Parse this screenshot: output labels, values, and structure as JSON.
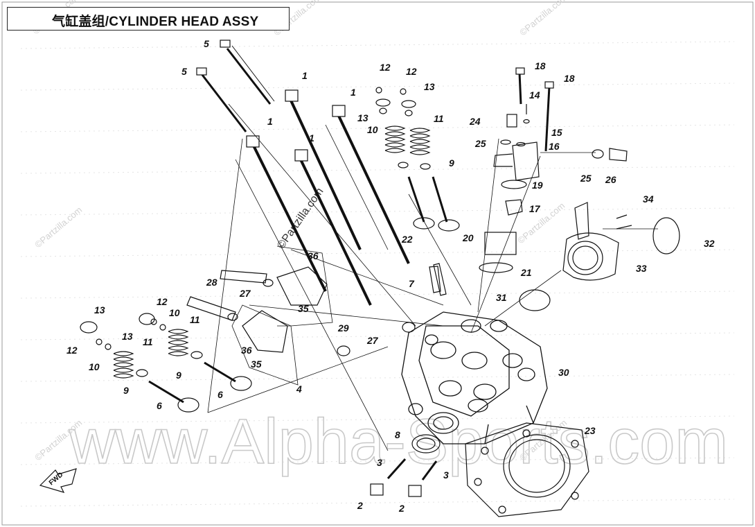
{
  "diagram": {
    "title": "气缸盖组/CYLINDER HEAD ASSY",
    "watermarks": {
      "main": "www.Alpha-Sports.com",
      "partzilla": "©Partzilla.com"
    },
    "fwd_label": "FWD",
    "callouts": [
      {
        "id": "c-5a",
        "text": "5"
      },
      {
        "id": "c-5b",
        "text": "5"
      },
      {
        "id": "c-1a",
        "text": "1"
      },
      {
        "id": "c-1b",
        "text": "1"
      },
      {
        "id": "c-1c",
        "text": "1"
      },
      {
        "id": "c-1d",
        "text": "1"
      },
      {
        "id": "c-12a",
        "text": "12"
      },
      {
        "id": "c-12b",
        "text": "12"
      },
      {
        "id": "c-13a",
        "text": "13"
      },
      {
        "id": "c-13b",
        "text": "13"
      },
      {
        "id": "c-10a",
        "text": "10"
      },
      {
        "id": "c-11a",
        "text": "11"
      },
      {
        "id": "c-9a",
        "text": "9"
      },
      {
        "id": "c-22",
        "text": "22"
      },
      {
        "id": "c-18a",
        "text": "18"
      },
      {
        "id": "c-18b",
        "text": "18"
      },
      {
        "id": "c-14",
        "text": "14"
      },
      {
        "id": "c-24",
        "text": "24"
      },
      {
        "id": "c-15",
        "text": "15"
      },
      {
        "id": "c-25a",
        "text": "25"
      },
      {
        "id": "c-16",
        "text": "16"
      },
      {
        "id": "c-25b",
        "text": "25"
      },
      {
        "id": "c-26",
        "text": "26"
      },
      {
        "id": "c-19",
        "text": "19"
      },
      {
        "id": "c-17",
        "text": "17"
      },
      {
        "id": "c-20",
        "text": "20"
      },
      {
        "id": "c-34",
        "text": "34"
      },
      {
        "id": "c-32",
        "text": "32"
      },
      {
        "id": "c-33",
        "text": "33"
      },
      {
        "id": "c-21",
        "text": "21"
      },
      {
        "id": "c-31",
        "text": "31"
      },
      {
        "id": "c-7",
        "text": "7"
      },
      {
        "id": "c-36a",
        "text": "36"
      },
      {
        "id": "c-28",
        "text": "28"
      },
      {
        "id": "c-27a",
        "text": "27"
      },
      {
        "id": "c-35a",
        "text": "35"
      },
      {
        "id": "c-29",
        "text": "29"
      },
      {
        "id": "c-27b",
        "text": "27"
      },
      {
        "id": "c-13c",
        "text": "13"
      },
      {
        "id": "c-12c",
        "text": "12"
      },
      {
        "id": "c-10b",
        "text": "10"
      },
      {
        "id": "c-11b",
        "text": "11"
      },
      {
        "id": "c-13d",
        "text": "13"
      },
      {
        "id": "c-12d",
        "text": "12"
      },
      {
        "id": "c-10c",
        "text": "10"
      },
      {
        "id": "c-11c",
        "text": "11"
      },
      {
        "id": "c-9b",
        "text": "9"
      },
      {
        "id": "c-9c",
        "text": "9"
      },
      {
        "id": "c-6a",
        "text": "6"
      },
      {
        "id": "c-6b",
        "text": "6"
      },
      {
        "id": "c-36b",
        "text": "36"
      },
      {
        "id": "c-35b",
        "text": "35"
      },
      {
        "id": "c-4",
        "text": "4"
      },
      {
        "id": "c-30",
        "text": "30"
      },
      {
        "id": "c-23",
        "text": "23"
      },
      {
        "id": "c-8",
        "text": "8"
      },
      {
        "id": "c-3a",
        "text": "3"
      },
      {
        "id": "c-3b",
        "text": "3"
      },
      {
        "id": "c-2a",
        "text": "2"
      },
      {
        "id": "c-2b",
        "text": "2"
      }
    ]
  }
}
